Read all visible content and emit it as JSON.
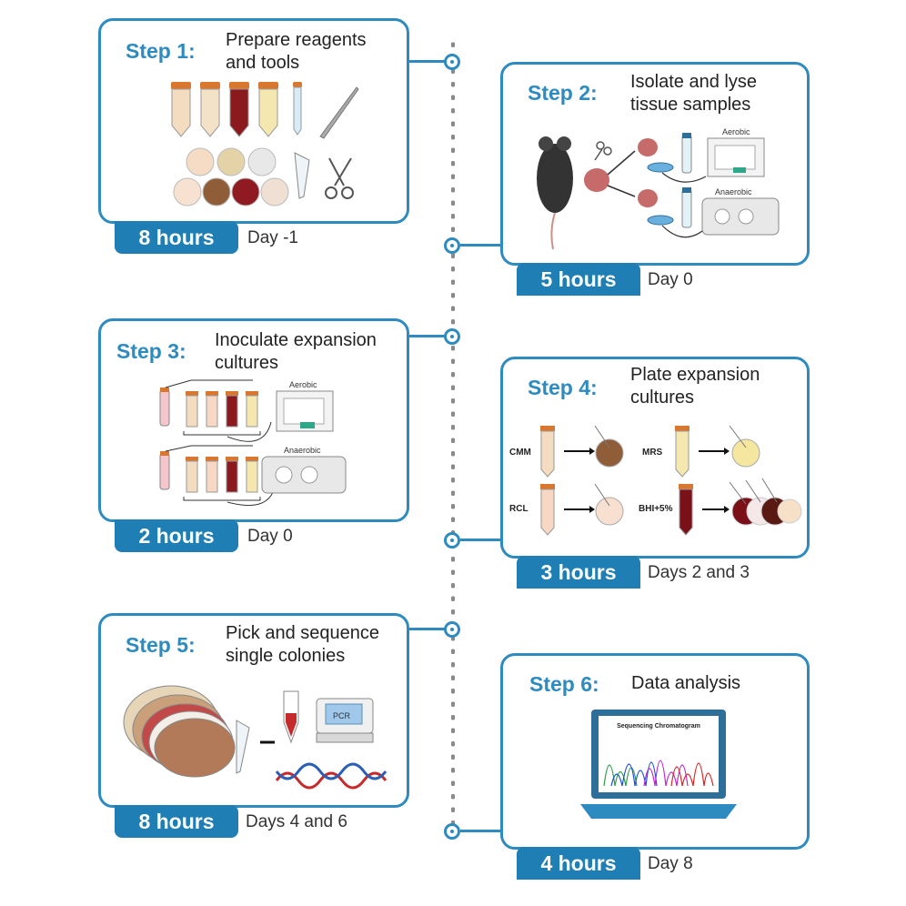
{
  "steps": [
    {
      "label": "Step 1:",
      "title_lines": [
        "Prepare reagents",
        "and tools"
      ],
      "hours": "8 hours",
      "day": "Day -1"
    },
    {
      "label": "Step 2:",
      "title_lines": [
        "Isolate and lyse",
        "tissue samples"
      ],
      "hours": "5 hours",
      "day": "Day 0",
      "aerobic": "Aerobic",
      "anaerobic": "Anaerobic"
    },
    {
      "label": "Step 3:",
      "title_lines": [
        "Inoculate expansion",
        "cultures"
      ],
      "hours": "2 hours",
      "day": "Day 0",
      "aerobic": "Aerobic",
      "anaerobic": "Anaerobic"
    },
    {
      "label": "Step 4:",
      "title_lines": [
        "Plate expansion",
        "cultures"
      ],
      "hours": "3 hours",
      "day": "Days 2 and 3",
      "media": [
        "CMM",
        "MRS",
        "RCL",
        "BHI+5%"
      ]
    },
    {
      "label": "Step 5:",
      "title_lines": [
        "Pick and sequence",
        "single colonies"
      ],
      "hours": "8 hours",
      "day": "Days 4 and 6",
      "pcr": "PCR"
    },
    {
      "label": "Step 6:",
      "title_lines": [
        "Data analysis"
      ],
      "hours": "4 hours",
      "day": "Day 8",
      "screen_title": "Sequencing Chromatogram"
    }
  ],
  "colors": {
    "accent": "#2e8bbf",
    "badge": "#1f7fb5",
    "timeline": "#8a8a8a"
  }
}
